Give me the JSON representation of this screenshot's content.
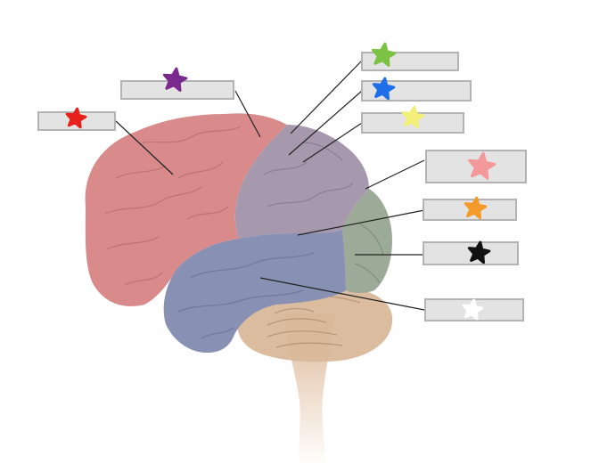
{
  "diagram": {
    "regions": [
      {
        "id": "frontal",
        "color": "#d98b8b"
      },
      {
        "id": "parietal",
        "color": "#a699ad"
      },
      {
        "id": "occipital",
        "color": "#9cab98"
      },
      {
        "id": "temporal",
        "color": "#8890b3"
      },
      {
        "id": "cerebellum",
        "color": "#d9b89a"
      },
      {
        "id": "brainstem",
        "color": "#e6c8ac"
      }
    ],
    "labels": [
      {
        "id": "red",
        "star_color": "#e8201c"
      },
      {
        "id": "purple",
        "star_color": "#7a2a8c"
      },
      {
        "id": "green",
        "star_color": "#7cc243"
      },
      {
        "id": "blue",
        "star_color": "#1f6fe8"
      },
      {
        "id": "yellow",
        "star_color": "#f3f07a"
      },
      {
        "id": "pink",
        "star_color": "#f4999a"
      },
      {
        "id": "orange",
        "star_color": "#f39a2a"
      },
      {
        "id": "black",
        "star_color": "#111111"
      },
      {
        "id": "white",
        "star_color": "#ffffff"
      }
    ]
  }
}
